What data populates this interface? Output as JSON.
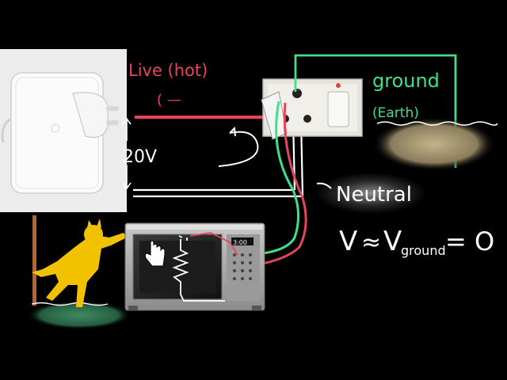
{
  "labels": {
    "live": "Live (hot)",
    "live_sub": "( —",
    "ground": "ground",
    "earth": "(Earth)",
    "voltage": "20V",
    "neutral": "Neutral",
    "eq_v": "V",
    "eq_approx": "≈",
    "eq_vg": "V",
    "eq_sub": "ground",
    "eq_rhs": "= O"
  },
  "microwave": {
    "display": "3:00"
  },
  "colors": {
    "live_wire": "#e8455a",
    "ground_wire": "#3fe08a",
    "neutral_wire": "#ffffff",
    "annotation_red": "#e8455a",
    "annotation_green": "#3fe08a",
    "annotation_white": "#ffffff",
    "cat": "#f2c200",
    "grass": "#2f7a52",
    "soil": "#b7a77f"
  },
  "icons": [
    "charger-plug",
    "wall-socket",
    "microwave",
    "cat",
    "hand-cursor-icon"
  ]
}
